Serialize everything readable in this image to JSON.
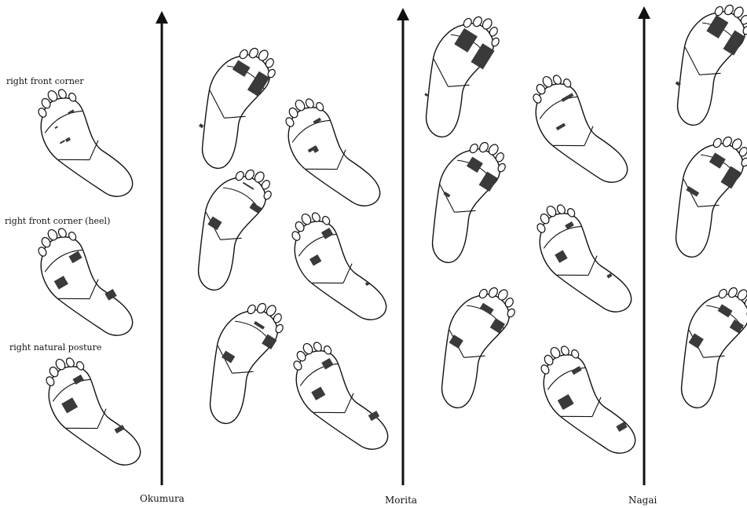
{
  "labels": {
    "right_front_corner": "right front corner",
    "right_front_corner_heel": "right front corner (heel)",
    "right_natural_posture": "right natural posture"
  },
  "names": {
    "okumura": "Okumura",
    "morita": "Morita",
    "nagai": "Nagai"
  },
  "colors": {
    "ink": "#111111",
    "pressure_patch": "#3a3a3a"
  }
}
